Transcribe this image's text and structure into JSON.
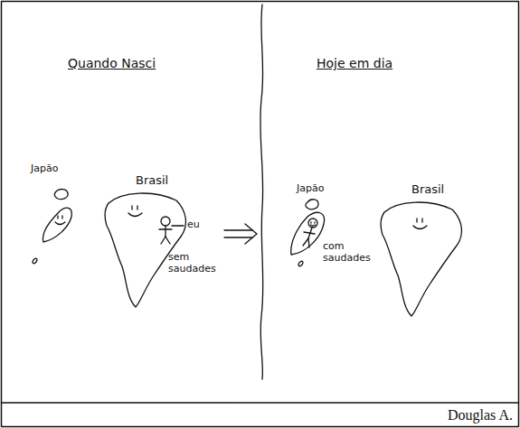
{
  "diagram": {
    "caption": "Douglas A.",
    "labels": [
      "Quando Nasci",
      "Hoje em dia",
      "Japão",
      "Brasil",
      "eu",
      "sem saudades",
      "Japão",
      "com saudades",
      "Brasil"
    ]
  }
}
